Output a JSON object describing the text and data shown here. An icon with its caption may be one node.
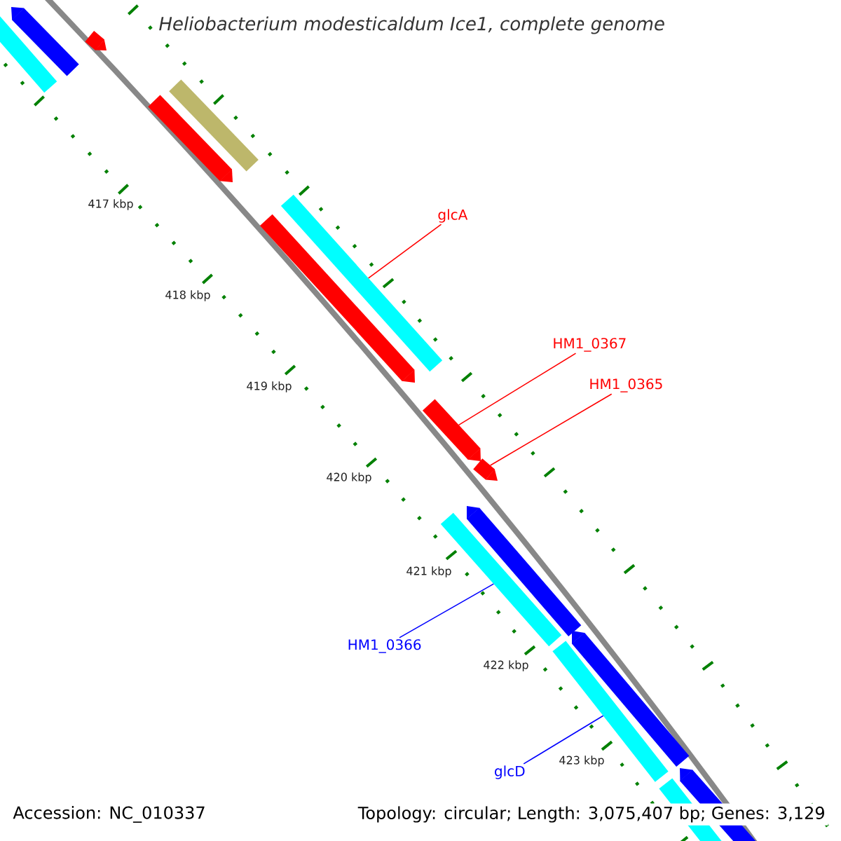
{
  "diagram": {
    "title": "Heliobacterium modesticaldum Ice1, complete genome",
    "nodes": [
      {
        "text": [
          "glcA"
        ]
      },
      {
        "text": [
          "HM1_0367"
        ]
      },
      {
        "text": [
          "HM1_0365"
        ]
      },
      {
        "text": [
          "HM1_0366"
        ]
      },
      {
        "text": [
          "glcD"
        ]
      },
      {
        "text": [],
        "shape": "bar"
      },
      {
        "text": [],
        "shape": "bar"
      },
      {
        "text": [],
        "shape": "bar"
      },
      {
        "text": [],
        "shape": "bar"
      },
      {
        "text": [],
        "shape": "bar"
      }
    ],
    "edges": [
      {
        "from": 0,
        "to": 5,
        "arrow": "none"
      },
      {
        "from": 1,
        "to": 6,
        "arrow": "none"
      },
      {
        "from": 2,
        "to": 7,
        "arrow": "none"
      },
      {
        "from": 3,
        "to": 8,
        "arrow": "none",
        "color": "#0000ff"
      },
      {
        "from": 4,
        "to": 9,
        "arrow": "none",
        "color": "#0000ff"
      }
    ],
    "labels": [
      "417 kbp",
      "418 kbp",
      "419 kbp",
      "420 kbp",
      "421 kbp",
      "422 kbp",
      "423 kbp",
      "Accession: NC_010337",
      "Topology: circular; Length: 3,075,407 bp; Genes: 3,129"
    ]
  }
}
